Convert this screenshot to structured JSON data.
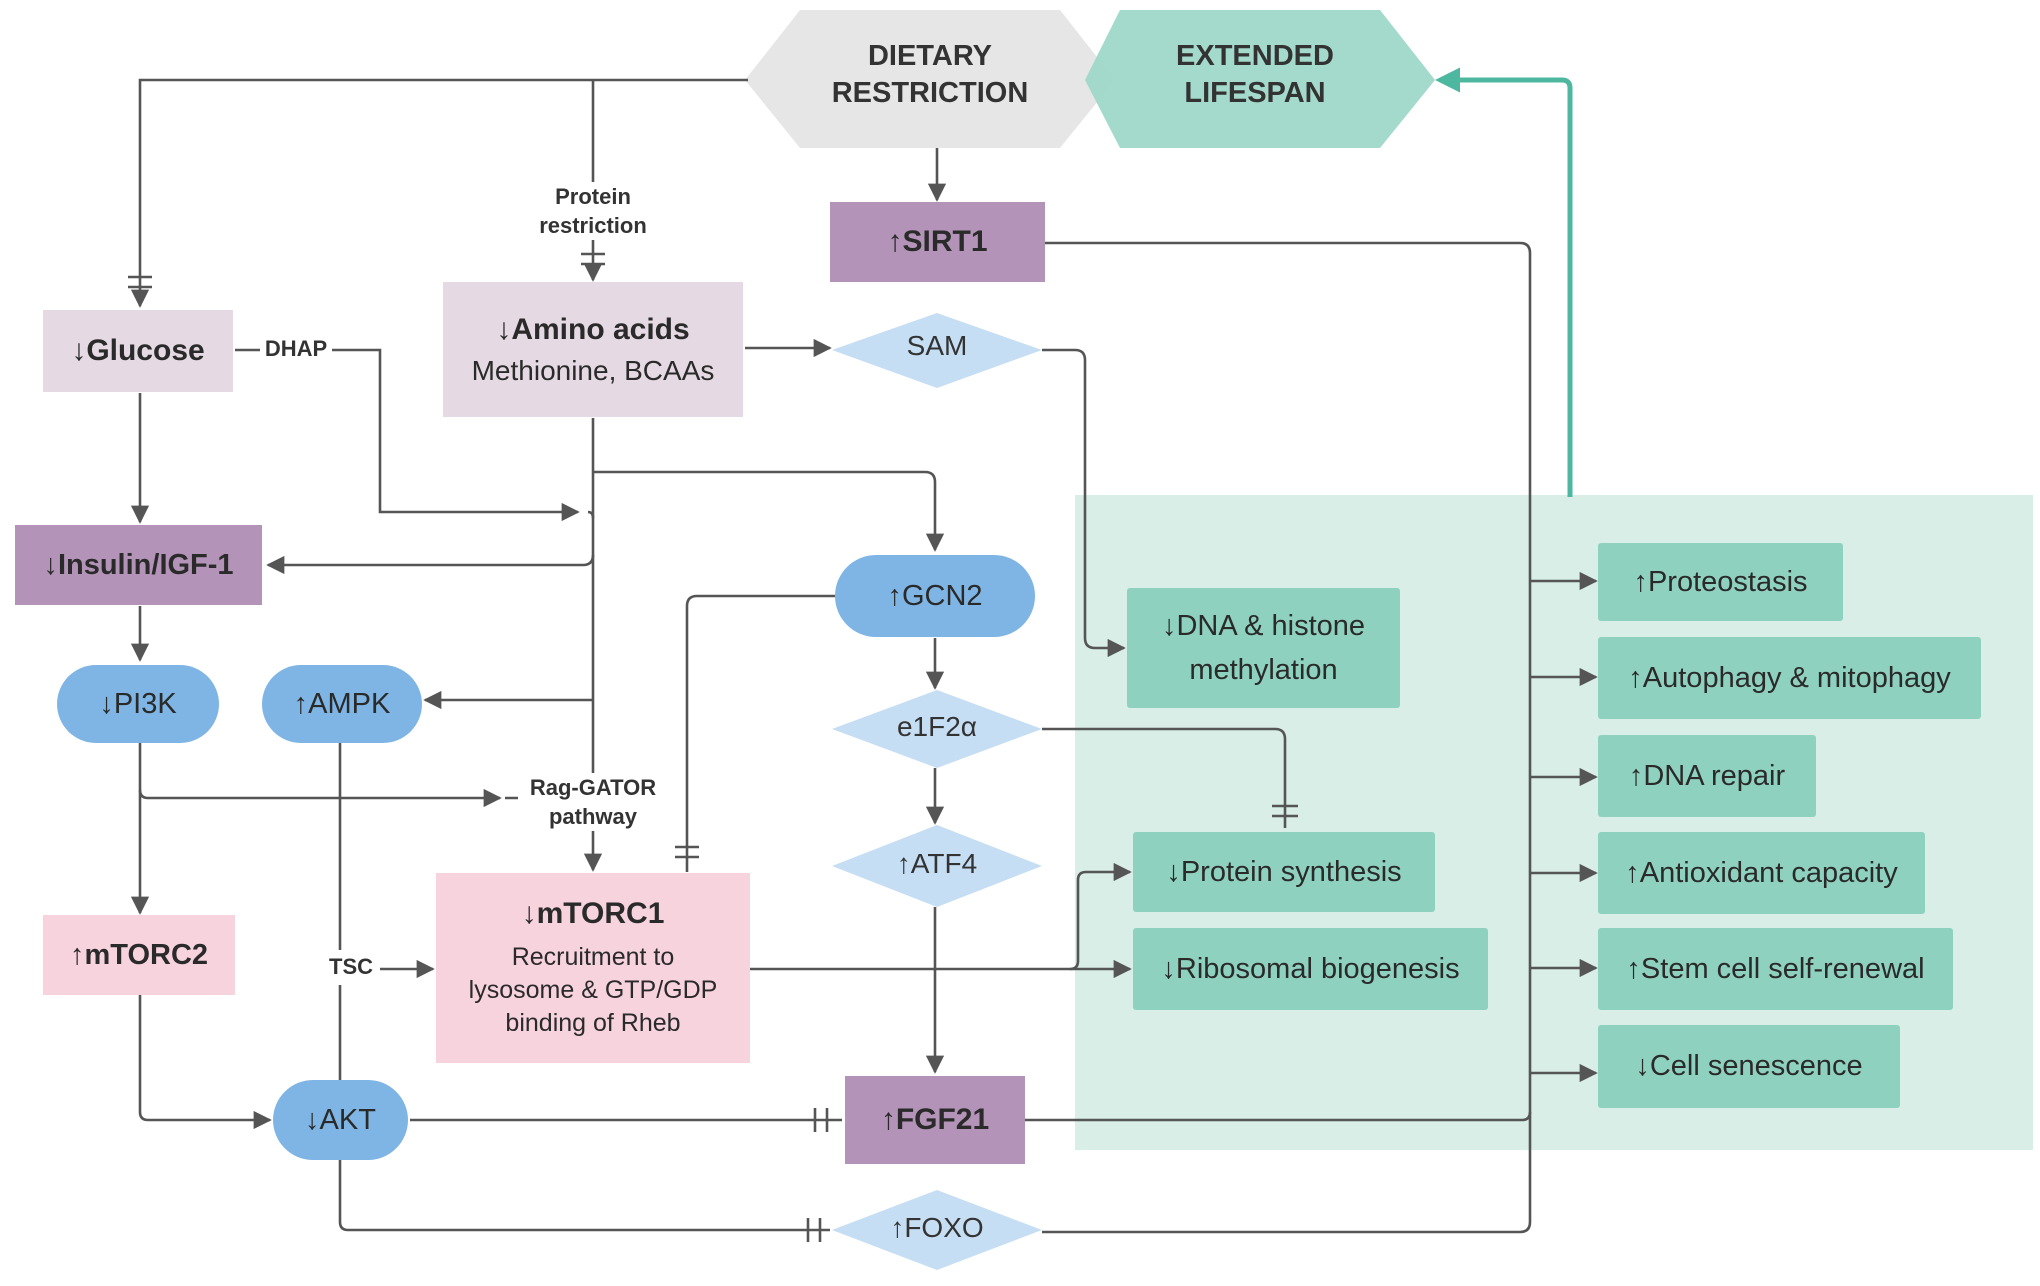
{
  "nodes": {
    "dietary_restriction": [
      "DIETARY",
      "RESTRICTION"
    ],
    "extended_lifespan": [
      "EXTENDED",
      "LIFESPAN"
    ],
    "sirt1": "↑SIRT1",
    "glucose": "↓Glucose",
    "amino_acids_title": "↓Amino acids",
    "amino_acids_sub": "Methionine, BCAAs",
    "sam": "SAM",
    "insulin": "↓Insulin/IGF-1",
    "gcn2": "↑GCN2",
    "pi3k": "↓PI3K",
    "ampk": "↑AMPK",
    "e1f2a": "e1F2α",
    "atf4": "↑ATF4",
    "mtorc2": "↑mTORC2",
    "mtorc1_title": "↓mTORC1",
    "mtorc1_sub": [
      "Recruitment to",
      "lysosome & GTP/GDP",
      "binding of Rheb"
    ],
    "akt": "↓AKT",
    "fgf21": "↑FGF21",
    "foxo": "↑FOXO"
  },
  "outcomes": {
    "dna_histone": [
      "↓DNA & histone",
      "methylation"
    ],
    "protein_synthesis": "↓Protein synthesis",
    "ribosomal_biogenesis": "↓Ribosomal biogenesis",
    "proteostasis": "↑Proteostasis",
    "autophagy": "↑Autophagy & mitophagy",
    "dna_repair": "↑DNA repair",
    "antioxidant": "↑Antioxidant capacity",
    "stem_cell": "↑Stem cell self-renewal",
    "senescence": "↓Cell senescence"
  },
  "edge_labels": {
    "protein_restriction": [
      "Protein",
      "restriction"
    ],
    "dhap": "DHAP",
    "rag_gator": [
      "Rag-GATOR",
      "pathway"
    ],
    "tsc": "TSC"
  },
  "colors": {
    "line": "#555555",
    "teal_arrow": "#4db89f",
    "panel": "#d8eee7",
    "hex_grey": "#e6e6e6",
    "hex_teal": "#9fd8c9",
    "diamond": "#c6def3"
  }
}
